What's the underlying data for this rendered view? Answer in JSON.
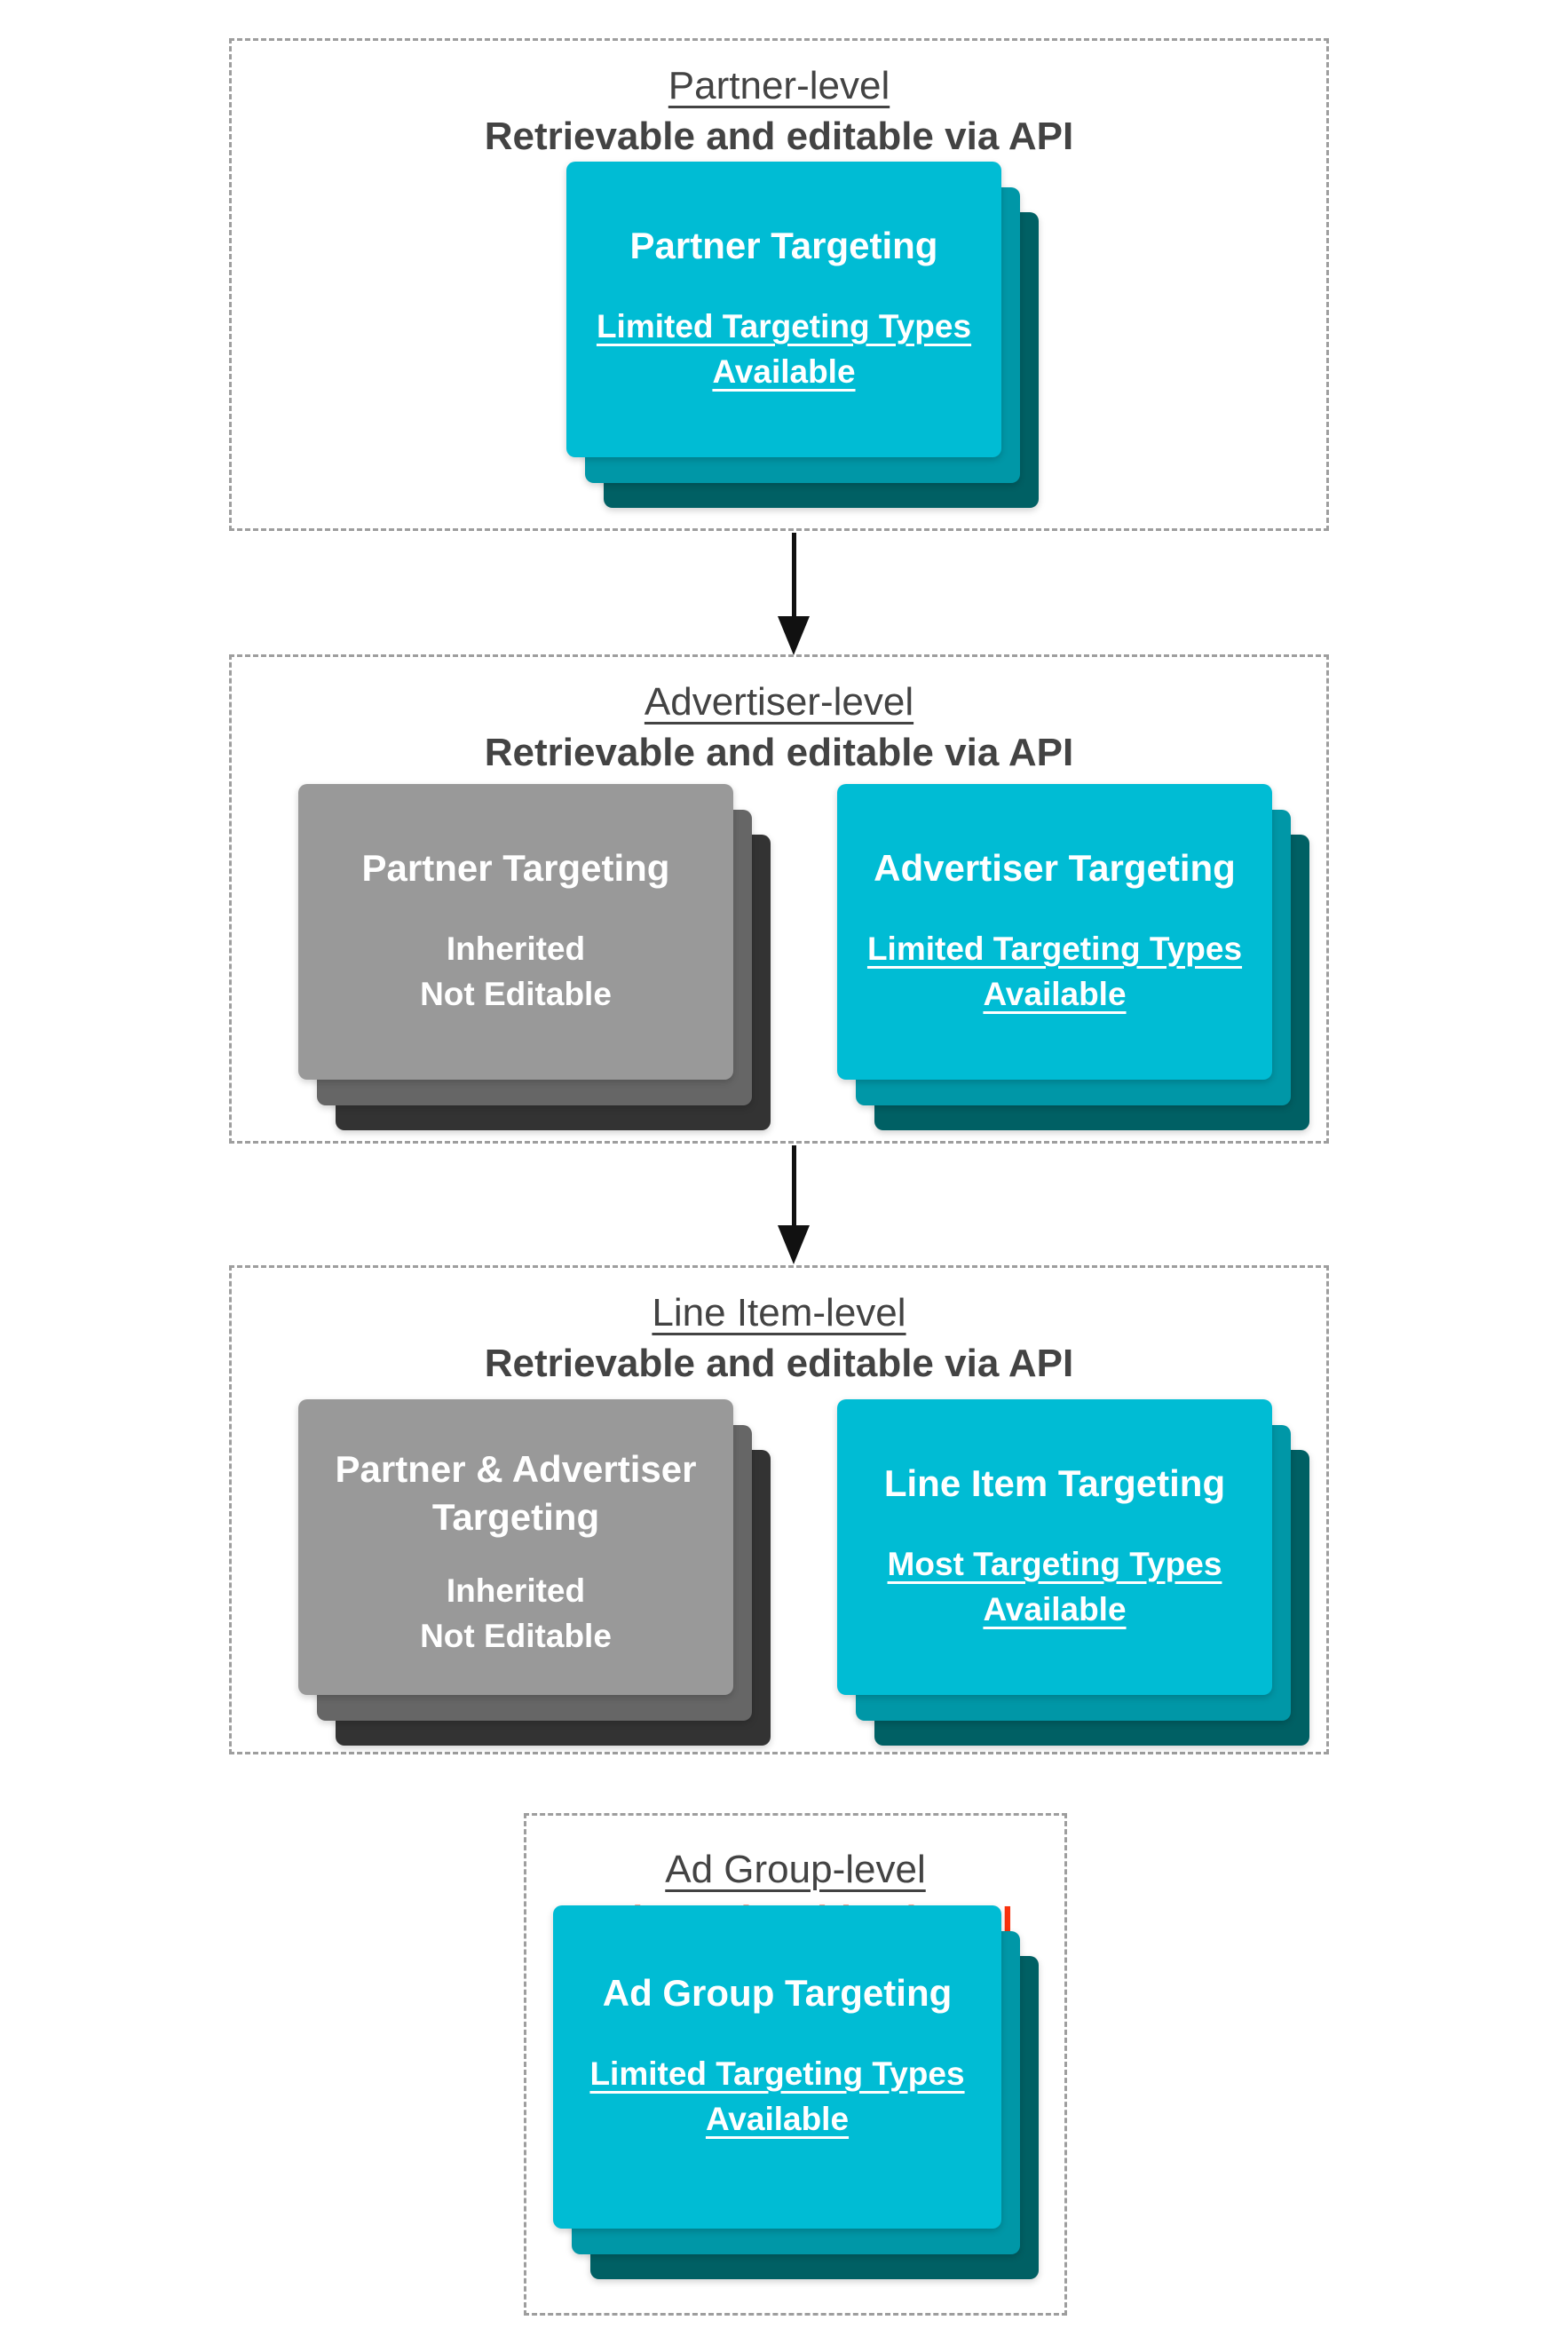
{
  "diagram": {
    "sections": [
      {
        "title": "Partner-level",
        "subtitle": "Retrievable and editable via API",
        "cards": [
          {
            "style": "teal",
            "title_line_1": "Partner Targeting",
            "body_line_1": "Limited Targeting Types",
            "body_line_2": "Available"
          }
        ]
      },
      {
        "title": "Advertiser-level",
        "subtitle": "Retrievable and editable via API",
        "cards": [
          {
            "style": "gray",
            "title_line_1": "Partner Targeting",
            "body_line_1": "Inherited",
            "body_line_2": "Not Editable"
          },
          {
            "style": "teal",
            "title_line_1": "Advertiser Targeting",
            "body_line_1": "Limited Targeting Types",
            "body_line_2": "Available"
          }
        ]
      },
      {
        "title": "Line Item-level",
        "subtitle": "Retrievable and editable via API",
        "cards": [
          {
            "style": "gray",
            "title_line_1": "Partner & Advertiser",
            "title_line_2": "Targeting",
            "body_line_1": "Inherited",
            "body_line_2": "Not Editable"
          },
          {
            "style": "teal",
            "title_line_1": "Line Item Targeting",
            "body_line_1": "Most Targeting Types",
            "body_line_2": "Available"
          }
        ]
      },
      {
        "title": "Ad Group-level",
        "subtitle": "Only retrievable via API",
        "cards": [
          {
            "style": "teal",
            "title_line_1": "Ad Group Targeting",
            "body_line_1": "Limited Targeting Types",
            "body_line_2": "Available"
          }
        ]
      }
    ],
    "colors": {
      "background": "#FFFFFF",
      "dashed_border": "#9E9E9E",
      "header_text": "#434343",
      "red_text": "#F9320D",
      "card_text": "#FFFFFF",
      "teal_front": "#00BCD4",
      "teal_mid": "#0097A7",
      "teal_back": "#006064",
      "gray_front": "#999999",
      "gray_mid": "#666666",
      "gray_back": "#333333",
      "arrow": "#111111"
    }
  }
}
